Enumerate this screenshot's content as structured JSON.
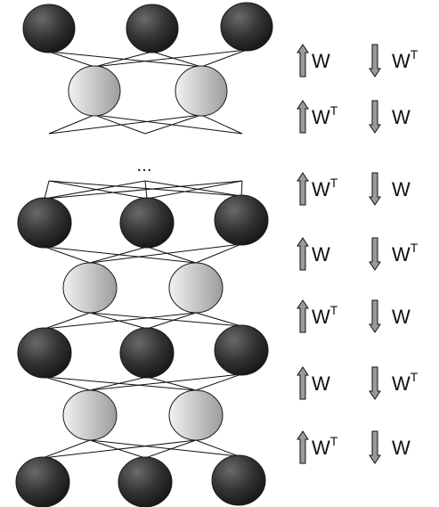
{
  "ellipsis": "...",
  "rows": [
    {
      "up": {
        "base": "W",
        "sup": ""
      },
      "down": {
        "base": "W",
        "sup": "T"
      }
    },
    {
      "up": {
        "base": "W",
        "sup": "T"
      },
      "down": {
        "base": "W",
        "sup": ""
      }
    },
    {
      "up": {
        "base": "W",
        "sup": "T"
      },
      "down": {
        "base": "W",
        "sup": ""
      }
    },
    {
      "up": {
        "base": "W",
        "sup": ""
      },
      "down": {
        "base": "W",
        "sup": "T"
      }
    },
    {
      "up": {
        "base": "W",
        "sup": "T"
      },
      "down": {
        "base": "W",
        "sup": ""
      }
    },
    {
      "up": {
        "base": "W",
        "sup": ""
      },
      "down": {
        "base": "W",
        "sup": "T"
      }
    },
    {
      "up": {
        "base": "W",
        "sup": "T"
      },
      "down": {
        "base": "W",
        "sup": ""
      }
    }
  ],
  "colors": {
    "dark_node": "#2a2a2a",
    "light_node": "#cfcfcf",
    "edge": "#111111",
    "arrow_fill": "#9a9a9a"
  }
}
